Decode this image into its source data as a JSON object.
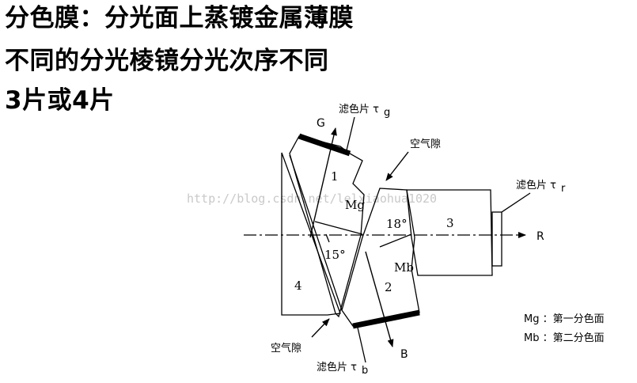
{
  "header": {
    "line1": "分色膜：分光面上蒸镀金属薄膜",
    "line2": "不同的分光棱镜分光次序不同",
    "line3": "3片或4片"
  },
  "diagram": {
    "label_G": "G",
    "label_R": "R",
    "label_B": "B",
    "filter_g": "滤色片 τ",
    "filter_g_sub": "g",
    "filter_r": "滤色片 τ",
    "filter_r_sub": "r",
    "filter_b": "滤色片 τ",
    "filter_b_sub": "b",
    "air_gap_top": "空气隙",
    "air_gap_bottom": "空气隙",
    "prism_1": "1",
    "prism_2": "2",
    "prism_3": "3",
    "prism_4": "4",
    "mg": "Mg",
    "mb": "Mb",
    "angle_18": "18°",
    "angle_15": "15°",
    "legend_mg": "Mg ：第一分色面",
    "legend_mb": "Mb ：第二分色面",
    "watermark": "http://blog.csdn.net/lelxiaohua1020"
  }
}
